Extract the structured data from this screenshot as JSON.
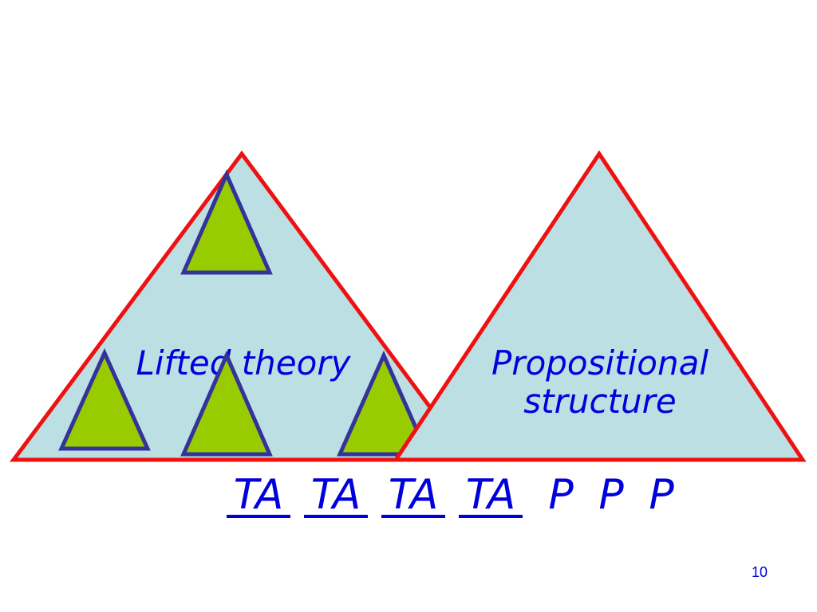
{
  "slide": {
    "page_number": "10"
  },
  "left_triangle": {
    "label": "Lifted theory"
  },
  "right_triangle": {
    "label_line1": "Propositional",
    "label_line2": "structure"
  },
  "bottom_labels": {
    "ta": [
      "TA",
      "TA",
      "TA",
      "TA"
    ],
    "p": [
      "P",
      "P",
      "P"
    ]
  },
  "colors": {
    "triangle_fill": "#bcdfe4",
    "outline_red": "#ee1111",
    "sub_fill": "#99cc00",
    "sub_outline": "#333399",
    "text_blue": "#0000dd"
  }
}
